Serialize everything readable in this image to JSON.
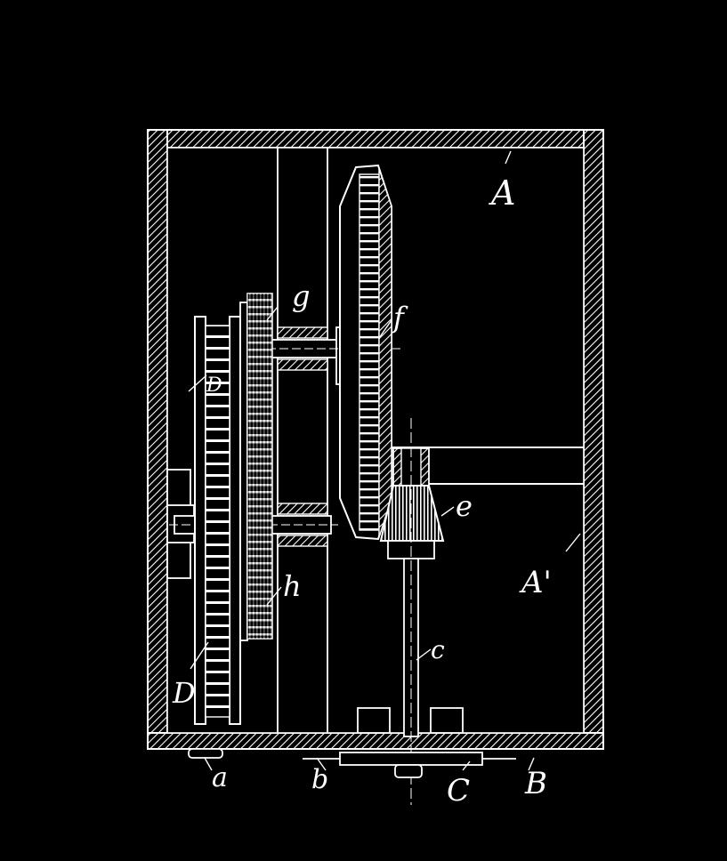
{
  "figure": {
    "labels": {
      "A_top": "A",
      "A_right": "A'",
      "D_upper": "D",
      "D_lower": "D",
      "g": "g",
      "f": "f",
      "h": "h",
      "e": "e",
      "c": "c",
      "a": "a",
      "b": "b",
      "C": "C",
      "B": "B"
    }
  }
}
